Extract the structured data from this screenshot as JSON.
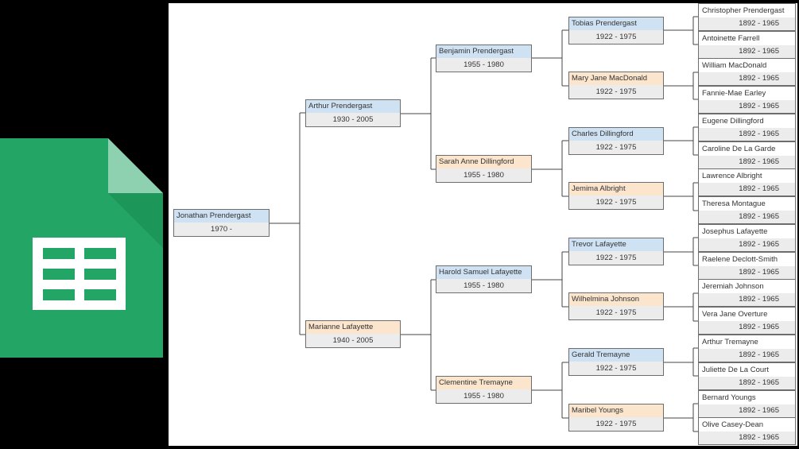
{
  "logo": {
    "icon": "google-sheets-icon",
    "colors": {
      "green": "#23a566",
      "fold": "#8ed1b1",
      "shadow": "#178a4f",
      "grid": "#ffffff"
    }
  },
  "colors": {
    "male_header": "#cfe2f3",
    "female_header": "#fce5cd",
    "date_row": "#ececec",
    "border": "#6d6d6d"
  },
  "gen1": {
    "name": "Jonathan Prendergast",
    "dates": "1970 -"
  },
  "gen2": [
    {
      "name": "Arthur Prendergast",
      "dates": "1930 - 2005"
    },
    {
      "name": "Marianne Lafayette",
      "dates": "1940 - 2005"
    }
  ],
  "gen3": [
    {
      "name": "Benjamin Prendergast",
      "dates": "1955 - 1980"
    },
    {
      "name": "Sarah Anne Dillingford",
      "dates": "1955 - 1980"
    },
    {
      "name": "Harold Samuel Lafayette",
      "dates": "1955 - 1980"
    },
    {
      "name": "Clementine Tremayne",
      "dates": "1955 - 1980"
    }
  ],
  "gen4": [
    {
      "name": "Tobias Prendergast",
      "dates": "1922 - 1975"
    },
    {
      "name": "Mary Jane MacDonald",
      "dates": "1922 - 1975"
    },
    {
      "name": "Charles Dillingford",
      "dates": "1922 - 1975"
    },
    {
      "name": "Jemima Albright",
      "dates": "1922 - 1975"
    },
    {
      "name": "Trevor Lafayette",
      "dates": "1922 - 1975"
    },
    {
      "name": "Wilhelmina Johnson",
      "dates": "1922 - 1975"
    },
    {
      "name": "Gerald Tremayne",
      "dates": "1922 - 1975"
    },
    {
      "name": "Maribel Youngs",
      "dates": "1922 - 1975"
    }
  ],
  "gen5": [
    {
      "name": "Christopher Prendergast",
      "dates": "1892 - 1965"
    },
    {
      "name": "Antoinette Farrell",
      "dates": "1892 - 1965"
    },
    {
      "name": "William MacDonald",
      "dates": "1892 - 1965"
    },
    {
      "name": "Fannie-Mae Earley",
      "dates": "1892 - 1965"
    },
    {
      "name": "Eugene Dillingford",
      "dates": "1892 - 1965"
    },
    {
      "name": "Caroline De La Garde",
      "dates": "1892 - 1965"
    },
    {
      "name": "Lawrence Albright",
      "dates": "1892 - 1965"
    },
    {
      "name": "Theresa Montague",
      "dates": "1892 - 1965"
    },
    {
      "name": "Josephus Lafayette",
      "dates": "1892 - 1965"
    },
    {
      "name": "Raelene Declott-Smith",
      "dates": "1892 - 1965"
    },
    {
      "name": "Jeremiah  Johnson",
      "dates": "1892 - 1965"
    },
    {
      "name": "Vera Jane Overture",
      "dates": "1892 - 1965"
    },
    {
      "name": "Arthur Tremayne",
      "dates": "1892 - 1965"
    },
    {
      "name": "Juliette De La Court",
      "dates": "1892 - 1965"
    },
    {
      "name": "Bernard Youngs",
      "dates": "1892 - 1965"
    },
    {
      "name": "Olive Casey-Dean",
      "dates": "1892 - 1965"
    }
  ]
}
